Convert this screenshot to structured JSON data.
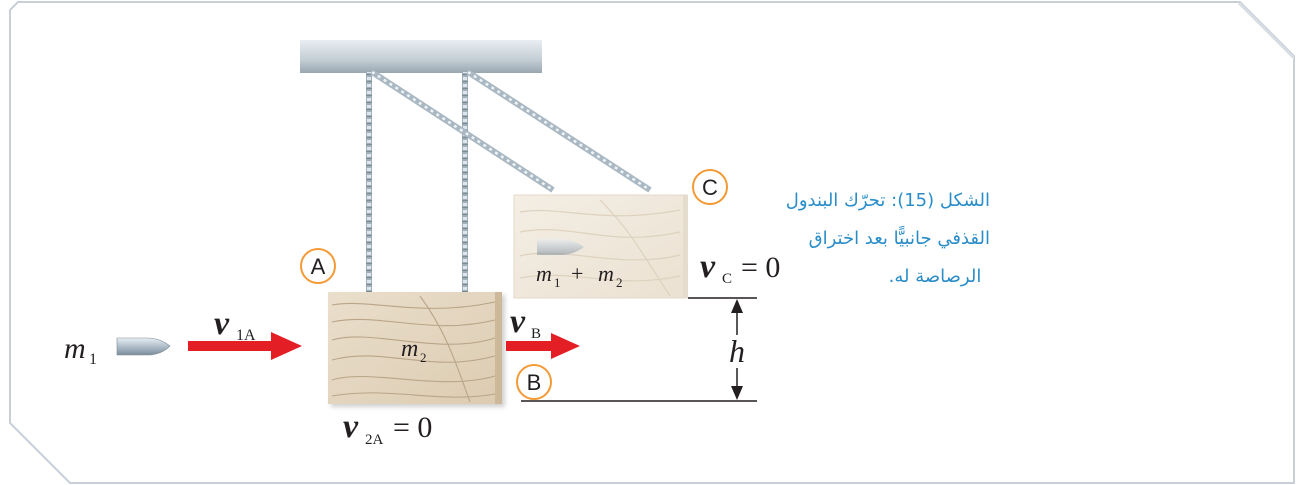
{
  "figure": {
    "labels": {
      "point_a": "A",
      "point_b": "B",
      "point_c": "C",
      "bullet_mass": "m",
      "bullet_mass_sub": "1",
      "block_mass": "m",
      "block_mass_sub": "2",
      "combined_m1": "m",
      "combined_m1_sub": "1",
      "combined_plus": "+",
      "combined_m2": "m",
      "combined_m2_sub": "2",
      "v1a": "v",
      "v1a_sub": "1A",
      "vb": "v",
      "vb_sub": "B",
      "vc": "v",
      "vc_sub": "C",
      "vc_eq": "= 0",
      "v2a": "v",
      "v2a_sub": "2A",
      "v2a_eq": "= 0",
      "height": "h"
    },
    "colors": {
      "arrow": "#e31e24",
      "circle_stroke": "#f39a34",
      "caption": "#2a8dc8",
      "frame": "#c9cfd6",
      "wood": "#e9dcc8",
      "ceiling": "#c8d3da"
    }
  },
  "caption": {
    "line1": "الشكل (15): تحرّك البندول",
    "line2": "القذفي جانبيًّا بعد اختراق",
    "line3": "الرصاصة له."
  }
}
